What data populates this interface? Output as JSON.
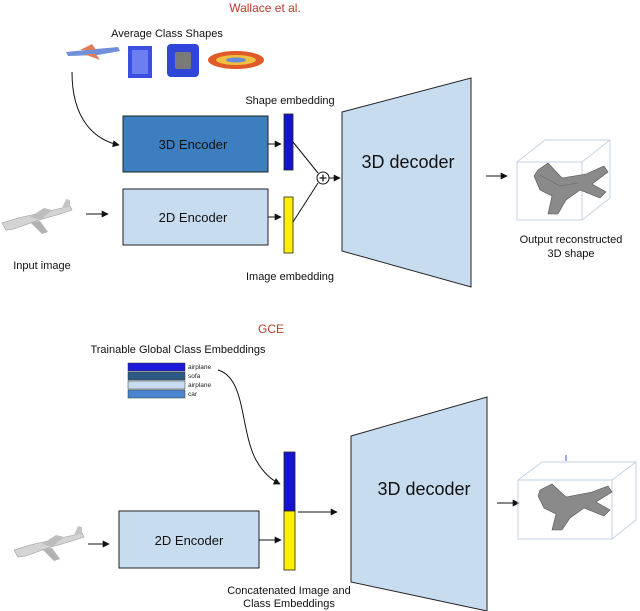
{
  "top_section": {
    "title": "Wallace et al.",
    "average_shapes_label": "Average Class Shapes",
    "encoder_3d_label": "3D  Encoder",
    "encoder_2d_label": "2D Encoder",
    "shape_embedding_label": "Shape embedding",
    "image_embedding_label": "Image embedding",
    "decoder_label": "3D decoder",
    "input_label": "Input image",
    "output_label_line1": "Output reconstructed",
    "output_label_line2": "3D shape"
  },
  "bottom_section": {
    "title": "GCE",
    "embeddings_label": "Trainable Global Class Embeddings",
    "embedding_rows": [
      "airplane",
      "sofa",
      "airplane",
      "car"
    ],
    "encoder_2d_label": "2D Encoder",
    "decoder_label": "3D decoder",
    "concat_label_line1": "Concatenated Image and",
    "concat_label_line2": "Class Embeddings"
  },
  "colors": {
    "title_red": "#c0392b",
    "box_3d_encoder": "#3d7ec1",
    "box_light": "#c8dcf0",
    "decoder_fill": "#c8dcf0",
    "shape_embedding": "#1414d0",
    "image_embedding": "#ffee00",
    "embedding_row_colors": [
      "#1a1ad8",
      "#2c5a86",
      "#c8dcf0",
      "#4a86d0"
    ]
  }
}
